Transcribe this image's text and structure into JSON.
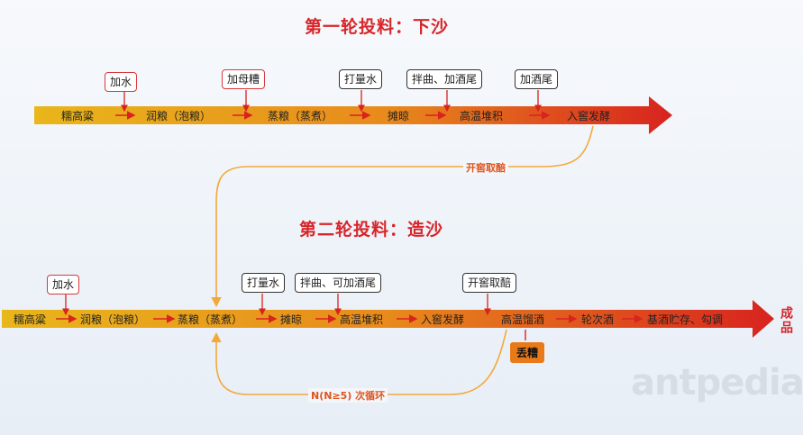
{
  "round1": {
    "title": "第一轮投料：下沙",
    "steps": [
      "糯高粱",
      "润粮（泡粮）",
      "蒸粮（蒸煮）",
      "摊晾",
      "高温堆积",
      "入窖发酵"
    ],
    "additions": [
      "加水",
      "加母糟",
      "打量水",
      "拌曲、加酒尾",
      "加酒尾"
    ]
  },
  "transfer_label": "开窖取醅",
  "round2": {
    "title": "第二轮投料：造沙",
    "steps": [
      "糯高粱",
      "润粮（泡粮）",
      "蒸粮（蒸煮）",
      "摊晾",
      "高温堆积",
      "入窖发酵",
      "高温馏酒",
      "轮次酒",
      "基酒贮存、勾调"
    ],
    "additions": [
      "加水",
      "打量水",
      "拌曲、可加酒尾",
      "开窖取醅"
    ]
  },
  "discard_label": "丢糟",
  "cycle_label": "N(N≥5) 次循环",
  "product_label": "成品",
  "watermark": "antpedia",
  "colors": {
    "band_start": "#e8b21a",
    "band_end": "#d8231f",
    "title": "#d7262a",
    "loop": "#f6b54a"
  }
}
